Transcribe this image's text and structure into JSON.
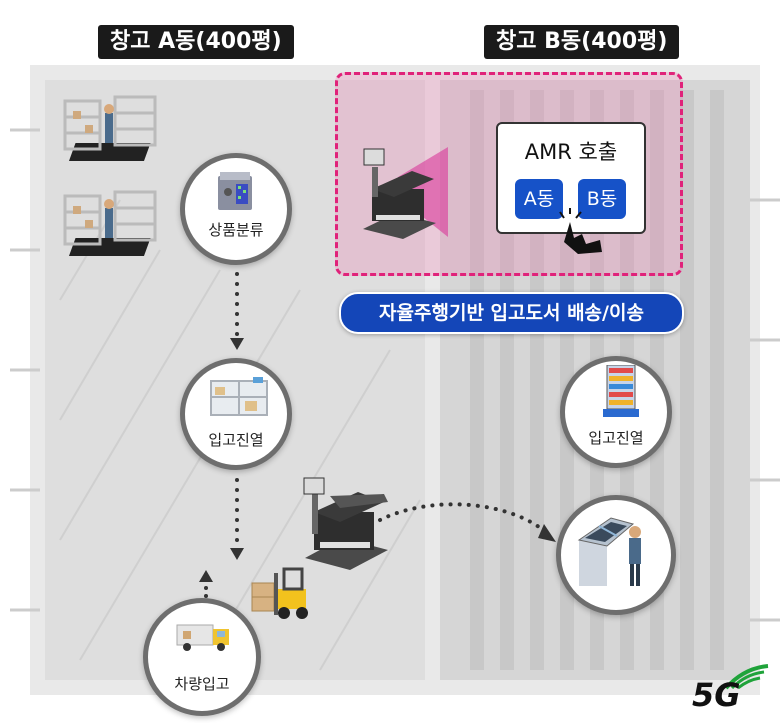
{
  "warehouse_a": {
    "label": "창고 A동(400평)"
  },
  "warehouse_b": {
    "label": "창고 B동(400평)"
  },
  "steps": {
    "sorting": "상품분류",
    "inbound_display_a": "입고진열",
    "vehicle_inbound": "차량입고",
    "inbound_display_b": "입고진열"
  },
  "amr_call": {
    "title": "AMR 호출",
    "button_a": "A동",
    "button_b": "B동"
  },
  "banner": "자율주행기반 입고도서 배송/이송",
  "logo": "5G",
  "colors": {
    "accent_pink": "#e0227a",
    "accent_blue": "#1446b8",
    "logo_green": "#1fa33a"
  }
}
